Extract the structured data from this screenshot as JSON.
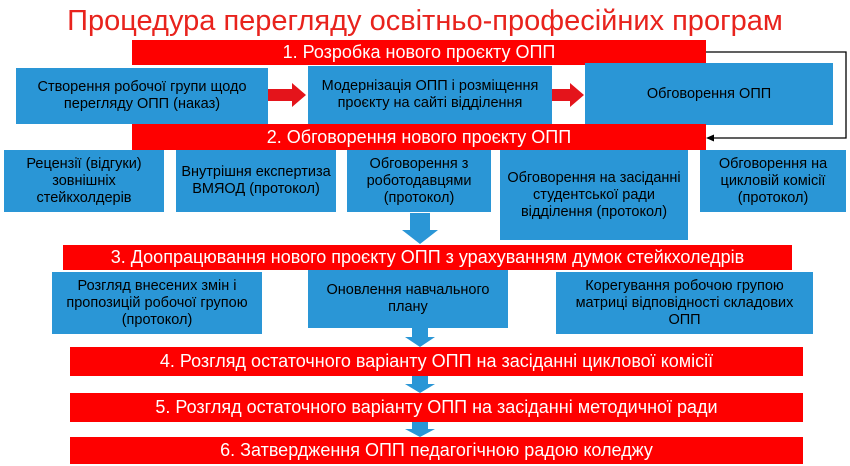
{
  "title": "Процедура перегляду освітньо-професійних програм",
  "steps": [
    "1. Розробка нового проєкту ОПП",
    "2. Обговорення нового проєкту ОПП",
    "3. Доопрацювання нового проєкту ОПП з урахуванням думок стейкхоледрів",
    "4. Розгляд остаточного варіанту ОПП на засіданні циклової комісії",
    "5. Розгляд остаточного варіанту ОПП на засіданні методичної ради",
    "6. Затвердження ОПП педагогічною радою коледжу"
  ],
  "stage1_boxes": [
    "Створення робочої групи щодо перегляду ОПП (наказ)",
    "Модернізація ОПП і розміщення проєкту на сайті відділення",
    "Обговорення ОПП"
  ],
  "stage2_boxes": [
    "Рецензії (відгуки) зовнішніх стейкхолдерів",
    "Внутрішня експертиза ВМЯОД (протокол)",
    "Обговорення з роботодавцями (протокол)",
    "Обговорення  на засіданні студентської ради відділення (протокол)",
    "Обговорення на цикловій комісії (протокол)"
  ],
  "stage3_boxes": [
    "Розгляд внесених змін і пропозицій робочої групою (протокол)",
    "Оновлення навчального плану",
    "Корегування робочою групою матриці відповідності складових ОПП"
  ],
  "colors": {
    "title": "#e8231d",
    "red_bar": "#fe0000",
    "blue_box": "#2a96d6",
    "arrow": "#2a96d6",
    "red_arrow": "#e4141b"
  }
}
